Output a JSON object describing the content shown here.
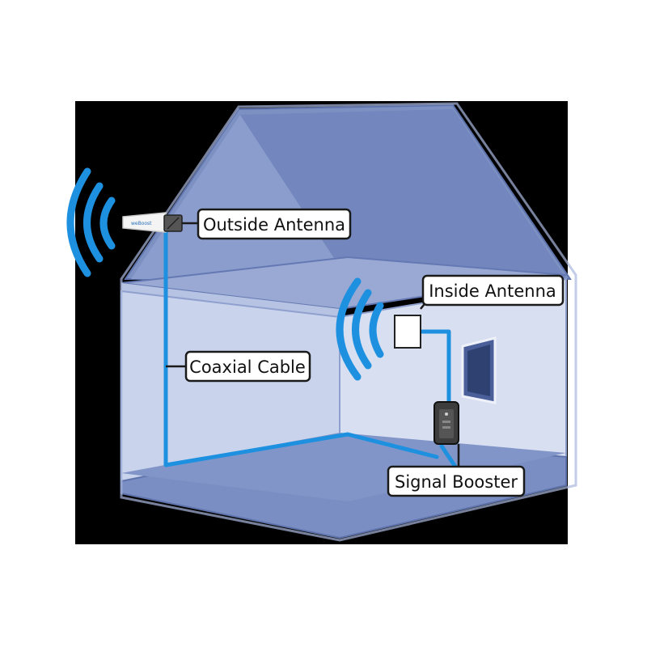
{
  "labels": {
    "outside_antenna": "Outside Antenna",
    "inside_antenna": "Inside Antenna",
    "coaxial_cable": "Coaxial Cable",
    "signal_booster": "Signal Booster"
  },
  "colors": {
    "background_panel": "#000000",
    "roof_front": "#7d90c2",
    "roof_side": "#6f85ba",
    "wall_left": "#c9d3ec",
    "wall_back": "#d8dff1",
    "floor": "#7a8ec3",
    "ceiling": "#9aa9d3",
    "cable": "#1e90e0",
    "signal_wave": "#1e90e0",
    "booster": "#3a3a3a"
  },
  "icons": {
    "outside_antenna": "yagi-antenna-icon",
    "inside_antenna": "panel-antenna-icon",
    "booster": "signal-booster-icon",
    "window": "window-icon"
  }
}
